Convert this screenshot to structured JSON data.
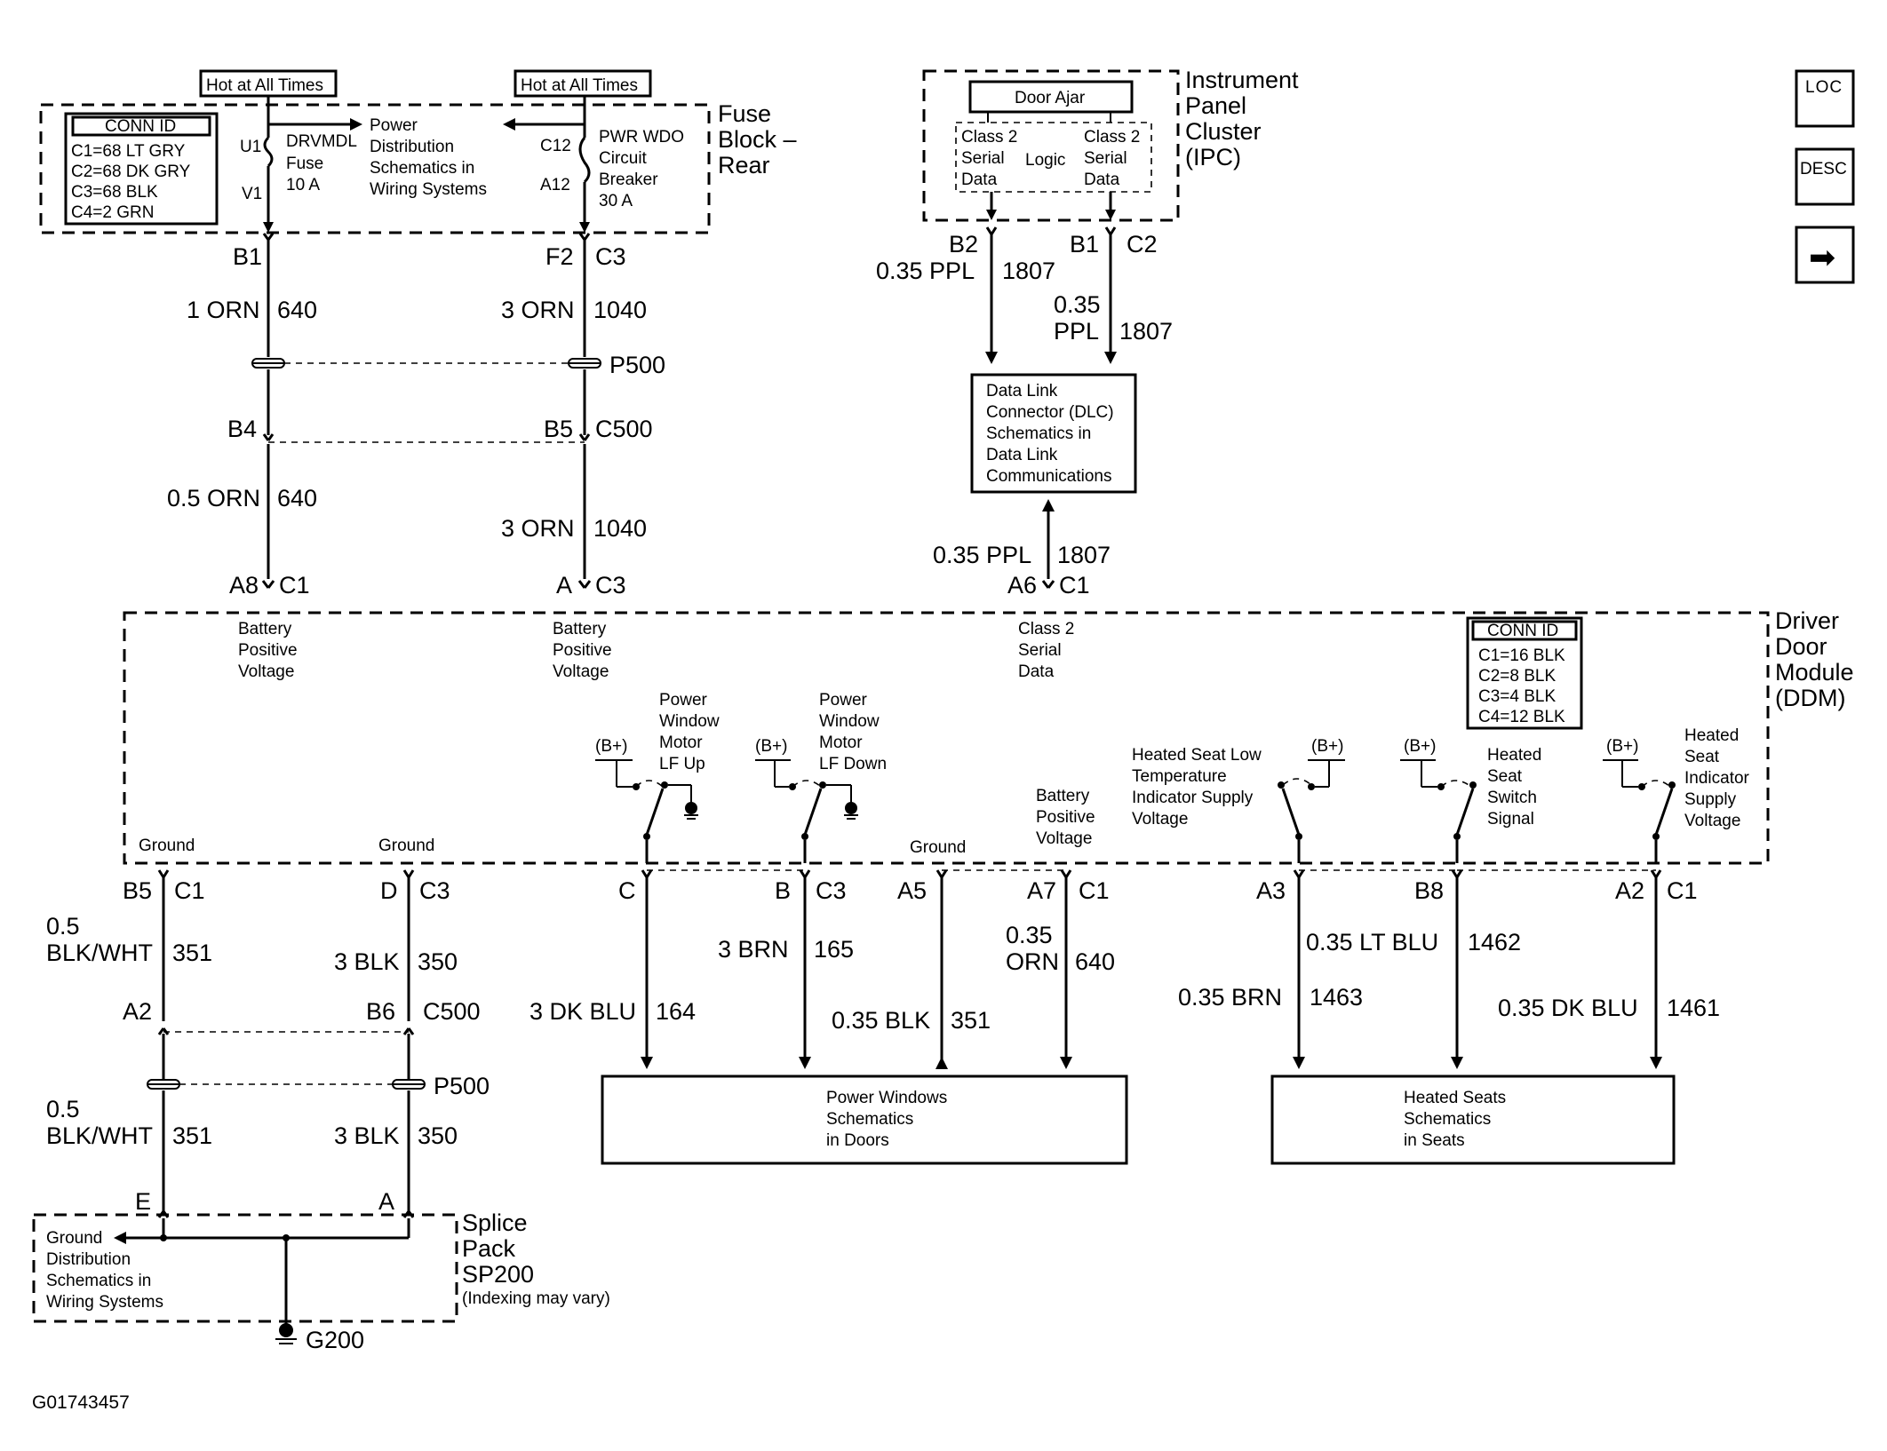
{
  "hot_labels": [
    "Hot at All Times",
    "Hot at All Times"
  ],
  "fuse_block": {
    "title": [
      "Fuse",
      "Block –",
      "Rear"
    ],
    "conn_id_title": "CONN ID",
    "conn_ids": [
      "C1=68 LT GRY",
      "C2=68 DK GRY",
      "C3=68 BLK",
      "C4=2 GRN"
    ],
    "fuse_pins": [
      "U1",
      "V1"
    ],
    "fuse_label": [
      "DRVMDL",
      "Fuse",
      "10 A"
    ],
    "power_dist": [
      "Power",
      "Distribution",
      "Schematics in",
      "Wiring Systems"
    ],
    "breaker_pins": [
      "C12",
      "A12"
    ],
    "breaker_label": [
      "PWR WDO",
      "Circuit",
      "Breaker",
      "30 A"
    ]
  },
  "ipc": {
    "title": [
      "Instrument",
      "Panel",
      "Cluster",
      "(IPC)"
    ],
    "door_ajar": "Door Ajar",
    "left_data": [
      "Class 2",
      "Serial",
      "Data"
    ],
    "logic": "Logic",
    "right_data": [
      "Class 2",
      "Serial",
      "Data"
    ]
  },
  "dlc": [
    "Data Link",
    "Connector (DLC)",
    "Schematics in",
    "Data Link",
    "Communications"
  ],
  "nav": {
    "loc": "LOC",
    "desc": "DESC",
    "next": "➡"
  },
  "wires_top": {
    "b1": "B1",
    "c1_640_wire": "1 ORN",
    "c1_640_num": "640",
    "f2": "F2",
    "c3_top": "C3",
    "w1040a": "3 ORN",
    "n1040a": "1040",
    "p500": "P500",
    "b4": "B4",
    "b5": "B5",
    "c500": "C500",
    "w640b": "0.5 ORN",
    "n640b": "640",
    "w1040b": "3 ORN",
    "n1040b": "1040",
    "a8": "A8",
    "c1a": "C1",
    "a": "A",
    "c3b": "C3",
    "b2": "B2",
    "w1807a": "0.35 PPL",
    "n1807a": "1807",
    "b1b": "B1",
    "c2": "C2",
    "w1807b1": "0.35",
    "w1807b2": "PPL",
    "n1807b": "1807",
    "w1807c": "0.35 PPL",
    "n1807c": "1807",
    "a6": "A6",
    "c1b": "C1"
  },
  "ddm": {
    "title": [
      "Driver",
      "Door",
      "Module",
      "(DDM)"
    ],
    "conn_id_title": "CONN ID",
    "conn_ids": [
      "C1=16 BLK",
      "C2=8 BLK",
      "C3=4 BLK",
      "C4=12 BLK"
    ],
    "bpv1": [
      "Battery",
      "Positive",
      "Voltage"
    ],
    "bpv2": [
      "Battery",
      "Positive",
      "Voltage"
    ],
    "class2": [
      "Class 2",
      "Serial",
      "Data"
    ],
    "pw_up": [
      "Power",
      "Window",
      "Motor",
      "LF Up"
    ],
    "pw_down": [
      "Power",
      "Window",
      "Motor",
      "LF Down"
    ],
    "bplus": "(B+)",
    "bpv3": [
      "Battery",
      "Positive",
      "Voltage"
    ],
    "ground": "Ground",
    "hs_low": [
      "Heated Seat Low",
      "Temperature",
      "Indicator Supply",
      "Voltage"
    ],
    "hs_switch": [
      "Heated",
      "Seat",
      "Switch",
      "Signal"
    ],
    "hs_ind": [
      "Heated",
      "Seat",
      "Indicator",
      "Supply",
      "Voltage"
    ]
  },
  "wires_bottom": {
    "b5": "B5",
    "c1a": "C1",
    "w351a1": "0.5",
    "w351a2": "BLK/WHT",
    "n351a": "351",
    "d": "D",
    "c3a": "C3",
    "w350a": "3 BLK",
    "n350a": "350",
    "a2": "A2",
    "b6": "B6",
    "c500": "C500",
    "p500": "P500",
    "w351b1": "0.5",
    "w351b2": "BLK/WHT",
    "n351b": "351",
    "w350b": "3 BLK",
    "n350b": "350",
    "e": "E",
    "a": "A",
    "c": "C",
    "w164": "3 DK BLU",
    "n164": "164",
    "b": "B",
    "c3b": "C3",
    "w165": "3 BRN",
    "n165": "165",
    "a5": "A5",
    "w351c": "0.35 BLK",
    "n351c": "351",
    "a7": "A7",
    "c1b": "C1",
    "w640_1": "0.35",
    "w640_2": "ORN",
    "n640": "640",
    "a3": "A3",
    "w1463": "0.35 BRN",
    "n1463": "1463",
    "b8": "B8",
    "w1462": "0.35 LT BLU",
    "n1462": "1462",
    "a2b": "A2",
    "c1c": "C1",
    "w1461": "0.35 DK BLU",
    "n1461": "1461"
  },
  "power_windows": [
    "Power Windows",
    "Schematics",
    "in Doors"
  ],
  "heated_seats": [
    "Heated Seats",
    "Schematics",
    "in Seats"
  ],
  "splice": {
    "title": [
      "Splice",
      "Pack",
      "SP200"
    ],
    "note": "(Indexing may vary)",
    "ground_dist": [
      "Ground",
      "Distribution",
      "Schematics in",
      "Wiring Systems"
    ],
    "g200": "G200"
  },
  "figure_id": "G01743457"
}
